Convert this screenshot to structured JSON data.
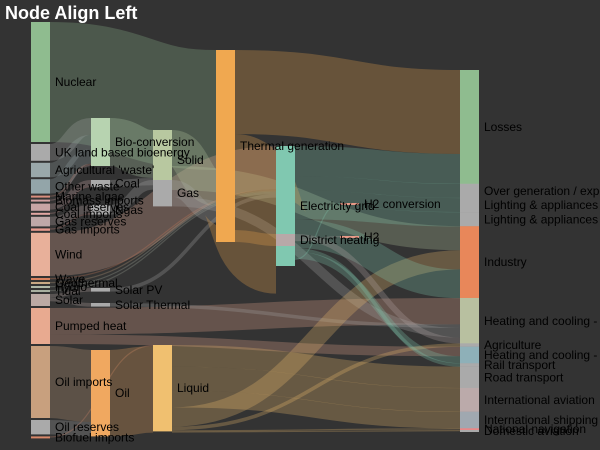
{
  "chart_data": {
    "type": "sankey",
    "title": "Node Align Left",
    "colors": {
      "background": "#333333",
      "label": "#000000",
      "title": "#ffffff"
    },
    "nodes": [
      {
        "id": "nuclear",
        "label": "Nuclear",
        "color": "#8fbc8f",
        "column": 0,
        "value": 100
      },
      {
        "id": "uk_bio",
        "label": "UK land based bioenergy",
        "color": "#aaaaaa",
        "column": 0,
        "value": 14
      },
      {
        "id": "agri_waste",
        "label": "Agricultural 'waste'",
        "color": "#9aa8aa",
        "column": 0,
        "value": 12
      },
      {
        "id": "other_waste",
        "label": "Other waste",
        "color": "#93a5a9",
        "column": 0,
        "value": 12
      },
      {
        "id": "marine_algae",
        "label": "Marine algae",
        "color": "#d98e7e",
        "column": 0,
        "value": 1
      },
      {
        "id": "biomass_imports",
        "label": "Biomass imports",
        "color": "#d0a0a0",
        "column": 0,
        "value": 1
      },
      {
        "id": "coal_reserves",
        "label": "Coal reserves",
        "color": "#c8a4a4",
        "column": 0,
        "value": 6
      },
      {
        "id": "coal_imports",
        "label": "Coal imports",
        "color": "#e3a7a3",
        "column": 0,
        "value": 1
      },
      {
        "id": "gas_reserves",
        "label": "Gas reserves",
        "color": "#bfa8a8",
        "column": 0,
        "value": 8
      },
      {
        "id": "gas_imports",
        "label": "Gas imports",
        "color": "#e89b8f",
        "column": 0,
        "value": 2
      },
      {
        "id": "wind",
        "label": "Wind",
        "color": "#e8b09a",
        "column": 0,
        "value": 36
      },
      {
        "id": "wave",
        "label": "Wave",
        "color": "#d9825f",
        "column": 0,
        "value": 1
      },
      {
        "id": "geothermal",
        "label": "Geothermal",
        "color": "#c8a884",
        "column": 0,
        "value": 1
      },
      {
        "id": "hydro",
        "label": "Hydro",
        "color": "#b0b8a8",
        "column": 0,
        "value": 1
      },
      {
        "id": "tidal",
        "label": "Tidal",
        "color": "#a8b0a0",
        "column": 0,
        "value": 1
      },
      {
        "id": "solar",
        "label": "Solar",
        "color": "#bcaaa4",
        "column": 0,
        "value": 10
      },
      {
        "id": "pumped_heat",
        "label": "Pumped heat",
        "color": "#e8aa90",
        "column": 0,
        "value": 30
      },
      {
        "id": "oil_imports",
        "label": "Oil imports",
        "color": "#c8a07e",
        "column": 0,
        "value": 60
      },
      {
        "id": "oil_reserves",
        "label": "Oil reserves",
        "color": "#aaaaaa",
        "column": 0,
        "value": 12
      },
      {
        "id": "biofuel_imports",
        "label": "Biofuel imports",
        "color": "#d8886a",
        "column": 0,
        "value": 1
      },
      {
        "id": "bio_conversion",
        "label": "Bio-conversion",
        "color": "#b7d3b0",
        "column": 1,
        "value": 40
      },
      {
        "id": "coal",
        "label": "Coal",
        "color": "#aaaaaa",
        "column": 1,
        "value": 6
      },
      {
        "id": "ngas",
        "label": "Ngas",
        "color": "#a9a9a9",
        "column": 1,
        "value": 8
      },
      {
        "id": "solar_pv",
        "label": "Solar PV",
        "color": "#aaaaaa",
        "column": 1,
        "value": 3
      },
      {
        "id": "solar_thermal",
        "label": "Solar Thermal",
        "color": "#aaaaaa",
        "column": 1,
        "value": 3
      },
      {
        "id": "oil",
        "label": "Oil",
        "color": "#f0a860",
        "column": 1,
        "value": 72
      },
      {
        "id": "solid",
        "label": "Solid",
        "color": "#b8c8a0",
        "column": 2,
        "value": 50
      },
      {
        "id": "gas",
        "label": "Gas",
        "color": "#aaaaaa",
        "column": 2,
        "value": 22
      },
      {
        "id": "liquid",
        "label": "Liquid",
        "color": "#f0c070",
        "column": 2,
        "value": 72
      },
      {
        "id": "thermal_gen",
        "label": "Thermal generation",
        "color": "#f0a850",
        "column": 3,
        "value": 160
      },
      {
        "id": "electricity_grid",
        "label": "Electricity grid",
        "color": "#80c8b0",
        "column": 4,
        "value": 100
      },
      {
        "id": "district_heating",
        "label": "District heating",
        "color": "#b8a8a8",
        "column": 4,
        "value": 10
      },
      {
        "id": "h2_conversion",
        "label": "H2 conversion",
        "color": "#e89a88",
        "column": 5,
        "value": 1
      },
      {
        "id": "h2",
        "label": "H2",
        "color": "#e89a88",
        "column": 5,
        "value": 1
      },
      {
        "id": "losses",
        "label": "Losses",
        "color": "#8fbc8f",
        "column": 6,
        "value": 95
      },
      {
        "id": "over_generation",
        "label": "Over generation / exports",
        "color": "#aaaaaa",
        "column": 6,
        "value": 12
      },
      {
        "id": "lighting_home",
        "label": "Lighting & appliances - homes",
        "color": "#aaaaaa",
        "column": 6,
        "value": 12
      },
      {
        "id": "lighting_comm",
        "label": "Lighting & appliances - commercial",
        "color": "#aaaaaa",
        "column": 6,
        "value": 12
      },
      {
        "id": "industry",
        "label": "Industry",
        "color": "#e8875a",
        "column": 6,
        "value": 60
      },
      {
        "id": "heating_home",
        "label": "Heating and cooling - homes",
        "color": "#b8c0a0",
        "column": 6,
        "value": 38
      },
      {
        "id": "agriculture",
        "label": "Agriculture",
        "color": "#aaaaaa",
        "column": 6,
        "value": 3
      },
      {
        "id": "heating_comm",
        "label": "Heating and cooling - commercial",
        "color": "#8eb0b8",
        "column": 6,
        "value": 14
      },
      {
        "id": "rail",
        "label": "Rail transport",
        "color": "#aaaaaa",
        "column": 6,
        "value": 3
      },
      {
        "id": "road",
        "label": "Road transport",
        "color": "#aaaaaa",
        "column": 6,
        "value": 18
      },
      {
        "id": "intl_aviation",
        "label": "International aviation",
        "color": "#bbaaaa",
        "column": 6,
        "value": 20
      },
      {
        "id": "intl_shipping",
        "label": "International shipping",
        "color": "#a0a8b0",
        "column": 6,
        "value": 14
      },
      {
        "id": "natl_navigation",
        "label": "National navigation",
        "color": "#e88888",
        "column": 6,
        "value": 1
      },
      {
        "id": "domestic_aviation",
        "label": "Domestic aviation",
        "color": "#aaaaaa",
        "column": 6,
        "value": 1
      }
    ],
    "links": [
      {
        "source": "nuclear",
        "target": "thermal_gen",
        "value": 100,
        "color": "#8fbc8f"
      },
      {
        "source": "uk_bio",
        "target": "bio_conversion",
        "value": 14,
        "color": "#aaaaaa"
      },
      {
        "source": "agri_waste",
        "target": "bio_conversion",
        "value": 12,
        "color": "#9aa8aa"
      },
      {
        "source": "other_waste",
        "target": "bio_conversion",
        "value": 12,
        "color": "#93a5a9"
      },
      {
        "source": "marine_algae",
        "target": "bio_conversion",
        "value": 1,
        "color": "#d98e7e"
      },
      {
        "source": "biomass_imports",
        "target": "bio_conversion",
        "value": 1,
        "color": "#d0a0a0"
      },
      {
        "source": "coal_reserves",
        "target": "coal",
        "value": 5,
        "color": "#c8a4a4"
      },
      {
        "source": "coal_imports",
        "target": "coal",
        "value": 1,
        "color": "#e3a7a3"
      },
      {
        "source": "gas_reserves",
        "target": "ngas",
        "value": 7,
        "color": "#bfa8a8"
      },
      {
        "source": "gas_imports",
        "target": "ngas",
        "value": 1,
        "color": "#e89b8f"
      },
      {
        "source": "wind",
        "target": "electricity_grid",
        "value": 36,
        "color": "#e8b09a"
      },
      {
        "source": "wave",
        "target": "electricity_grid",
        "value": 1,
        "color": "#d9825f"
      },
      {
        "source": "geothermal",
        "target": "electricity_grid",
        "value": 1,
        "color": "#c8a884"
      },
      {
        "source": "hydro",
        "target": "electricity_grid",
        "value": 1,
        "color": "#b0b8a8"
      },
      {
        "source": "tidal",
        "target": "electricity_grid",
        "value": 1,
        "color": "#a8b0a0"
      },
      {
        "source": "solar",
        "target": "solar_pv",
        "value": 3,
        "color": "#bcaaa4"
      },
      {
        "source": "solar",
        "target": "solar_thermal",
        "value": 3,
        "color": "#bcaaa4"
      },
      {
        "source": "pumped_heat",
        "target": "heating_home",
        "value": 22,
        "color": "#e8aa90"
      },
      {
        "source": "pumped_heat",
        "target": "heating_comm",
        "value": 8,
        "color": "#e8aa90"
      },
      {
        "source": "oil_imports",
        "target": "oil",
        "value": 60,
        "color": "#c8a07e"
      },
      {
        "source": "oil_reserves",
        "target": "oil",
        "value": 12,
        "color": "#aaaaaa"
      },
      {
        "source": "biofuel_imports",
        "target": "liquid",
        "value": 1,
        "color": "#d8886a"
      },
      {
        "source": "bio_conversion",
        "target": "solid",
        "value": 40,
        "color": "#b7d3b0"
      },
      {
        "source": "coal",
        "target": "solid",
        "value": 6,
        "color": "#aaaaaa"
      },
      {
        "source": "ngas",
        "target": "gas",
        "value": 8,
        "color": "#a9a9a9"
      },
      {
        "source": "solar_pv",
        "target": "electricity_grid",
        "value": 3,
        "color": "#aaaaaa"
      },
      {
        "source": "solar_thermal",
        "target": "heating_home",
        "value": 3,
        "color": "#aaaaaa"
      },
      {
        "source": "oil",
        "target": "liquid",
        "value": 72,
        "color": "#f0a860"
      },
      {
        "source": "solid",
        "target": "thermal_gen",
        "value": 30,
        "color": "#b8c8a0"
      },
      {
        "source": "solid",
        "target": "industry",
        "value": 20,
        "color": "#b8c8a0"
      },
      {
        "source": "gas",
        "target": "thermal_gen",
        "value": 14,
        "color": "#aaaaaa"
      },
      {
        "source": "gas",
        "target": "heating_home",
        "value": 8,
        "color": "#aaaaaa"
      },
      {
        "source": "liquid",
        "target": "road",
        "value": 18,
        "color": "#f0c070"
      },
      {
        "source": "liquid",
        "target": "intl_aviation",
        "value": 20,
        "color": "#f0c070"
      },
      {
        "source": "liquid",
        "target": "intl_shipping",
        "value": 14,
        "color": "#f0c070"
      },
      {
        "source": "liquid",
        "target": "industry",
        "value": 16,
        "color": "#f0c070"
      },
      {
        "source": "liquid",
        "target": "agriculture",
        "value": 3,
        "color": "#f0c070"
      },
      {
        "source": "liquid",
        "target": "natl_navigation",
        "value": 1,
        "color": "#f0c070"
      },
      {
        "source": "liquid",
        "target": "domestic_aviation",
        "value": 1,
        "color": "#f0c070"
      },
      {
        "source": "thermal_gen",
        "target": "losses",
        "value": 70,
        "color": "#f0a850"
      },
      {
        "source": "thermal_gen",
        "target": "electricity_grid",
        "value": 80,
        "color": "#f0a850"
      },
      {
        "source": "thermal_gen",
        "target": "district_heating",
        "value": 10,
        "color": "#f0a850"
      },
      {
        "source": "electricity_grid",
        "target": "losses",
        "value": 25,
        "color": "#80c8b0"
      },
      {
        "source": "electricity_grid",
        "target": "over_generation",
        "value": 12,
        "color": "#80c8b0"
      },
      {
        "source": "electricity_grid",
        "target": "lighting_home",
        "value": 12,
        "color": "#80c8b0"
      },
      {
        "source": "electricity_grid",
        "target": "lighting_comm",
        "value": 12,
        "color": "#80c8b0"
      },
      {
        "source": "electricity_grid",
        "target": "industry",
        "value": 24,
        "color": "#80c8b0"
      },
      {
        "source": "electricity_grid",
        "target": "rail",
        "value": 3,
        "color": "#80c8b0"
      },
      {
        "source": "electricity_grid",
        "target": "heating_comm",
        "value": 6,
        "color": "#80c8b0"
      },
      {
        "source": "electricity_grid",
        "target": "h2_conversion",
        "value": 1,
        "color": "#80c8b0"
      },
      {
        "source": "district_heating",
        "target": "heating_home",
        "value": 5,
        "color": "#b8a8a8"
      },
      {
        "source": "district_heating",
        "target": "h2",
        "value": 1,
        "color": "#b8a8a8"
      }
    ]
  }
}
